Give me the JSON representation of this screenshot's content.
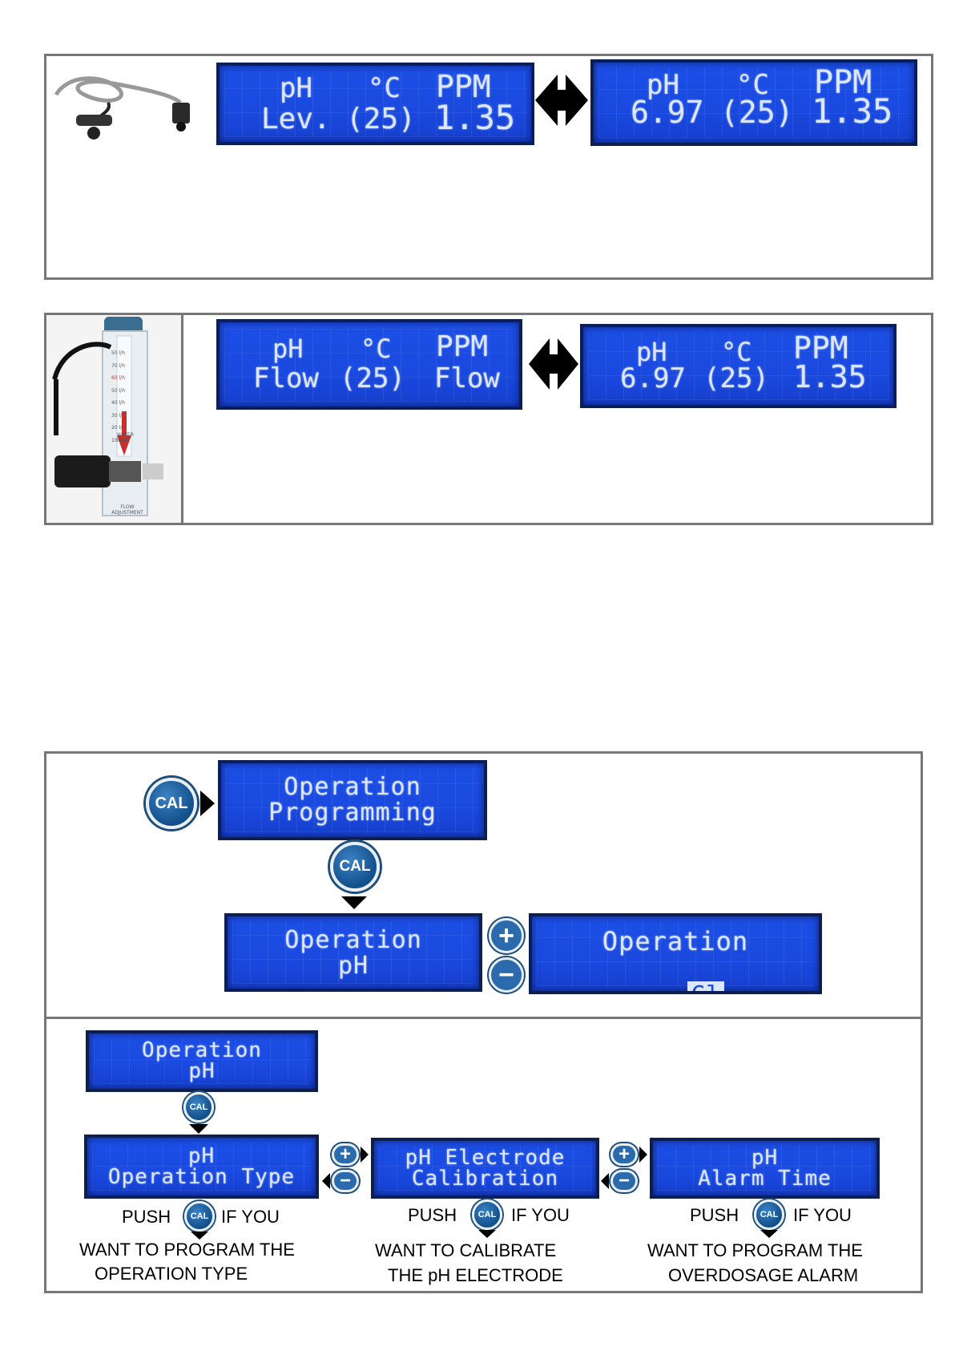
{
  "section1": {
    "lcd_left": {
      "h1": "pH",
      "h2": "°C",
      "h3": "PPM",
      "v1": "Lev.",
      "v2": "(25)",
      "v3": "1.35"
    },
    "lcd_right": {
      "h1": "pH",
      "h2": "°C",
      "h3": "PPM",
      "v1": "6.97",
      "v2": "(25)",
      "v3": "1.35"
    }
  },
  "section2": {
    "flowmeter_scale": [
      "50 l/h",
      "70 l/h",
      "60 l/h",
      "50 l/h",
      "40 l/h",
      "30 l/h",
      "20 l/h",
      "10 l/h"
    ],
    "flowmeter_labels": {
      "inlet": "WATER INLET",
      "adjust": "FLOW ADJUSTMENT"
    },
    "lcd_left": {
      "h1": "pH",
      "h2": "°C",
      "h3": "PPM",
      "v1": "Flow",
      "v2": "(25)",
      "v3": "Flow"
    },
    "lcd_right": {
      "h1": "pH",
      "h2": "°C",
      "h3": "PPM",
      "v1": "6.97",
      "v2": "(25)",
      "v3": "1.35"
    }
  },
  "section3": {
    "cal_label": "CAL",
    "plus": "+",
    "minus": "−",
    "lcd_programming": {
      "line1": "Operation",
      "line2": "Programming"
    },
    "lcd_ph": {
      "line1": "Operation",
      "line2": "pH"
    },
    "lcd_cl": {
      "line1": "Operation",
      "line2": "Cl"
    }
  },
  "section4": {
    "lcd_top": {
      "line1": "Operation",
      "line2": "pH"
    },
    "lcd_type": {
      "line1": "pH",
      "line2": "Operation Type"
    },
    "lcd_calib": {
      "line1": "pH Electrode",
      "line2": "Calibration"
    },
    "lcd_alarm": {
      "line1": "pH",
      "line2": "Alarm Time"
    },
    "caption1": {
      "push": "PUSH",
      "ifyou": "IF YOU",
      "l2": "WANT TO PROGRAM THE",
      "l3": "OPERATION   TYPE"
    },
    "caption2": {
      "push": "PUSH",
      "ifyou": "IF YOU",
      "l2": "WANT TO  CALIBRATE",
      "l3": "THE pH  ELECTRODE"
    },
    "caption3": {
      "push": "PUSH",
      "ifyou": "IF YOU",
      "l2": "WANT TO PROGRAM THE",
      "l3": "OVERDOSAGE ALARM"
    }
  },
  "colors": {
    "lcd_blue": "#1a49df",
    "lcd_text": "#dbe6ff",
    "button_blue": "#124f8b",
    "frame_gray": "#777777"
  }
}
